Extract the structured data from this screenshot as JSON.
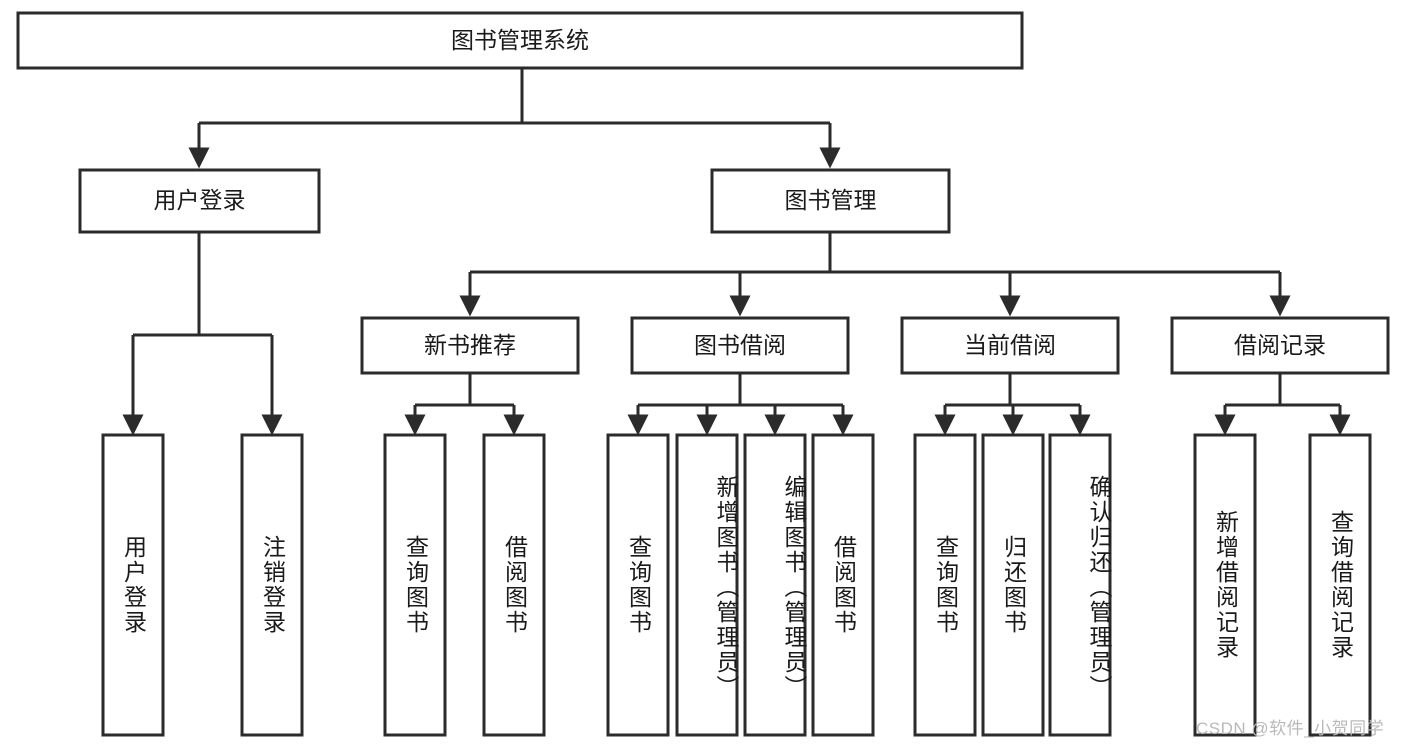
{
  "diagram": {
    "title": "图书管理系统",
    "type": "hierarchy-tree",
    "orientation": "top-down",
    "levels": 4,
    "root": {
      "label": "图书管理系统"
    },
    "level2": [
      {
        "label": "用户登录"
      },
      {
        "label": "图书管理"
      }
    ],
    "level3": [
      {
        "label": "新书推荐"
      },
      {
        "label": "图书借阅"
      },
      {
        "label": "当前借阅"
      },
      {
        "label": "借阅记录"
      }
    ],
    "leaves": {
      "user_login": [
        {
          "label": "用户登录"
        },
        {
          "label": "注销登录"
        }
      ],
      "new_book_recommend": [
        {
          "label": "查询图书"
        },
        {
          "label": "借阅图书"
        }
      ],
      "book_borrow": [
        {
          "label": "查询图书"
        },
        {
          "label": "新增图书（管理员）"
        },
        {
          "label": "编辑图书（管理员）"
        },
        {
          "label": "借阅图书"
        }
      ],
      "current_borrow": [
        {
          "label": "查询图书"
        },
        {
          "label": "归还图书"
        },
        {
          "label": "确认归还（管理员）"
        }
      ],
      "borrow_record": [
        {
          "label": "新增借阅记录"
        },
        {
          "label": "查询借阅记录"
        }
      ]
    }
  },
  "watermark": {
    "text": "CSDN @软件_小贺同学"
  },
  "colors": {
    "stroke": "#2b2b2b",
    "fill": "#ffffff",
    "text": "#1a1a1a",
    "watermark": "#b9b9b9",
    "background": "#ffffff"
  }
}
